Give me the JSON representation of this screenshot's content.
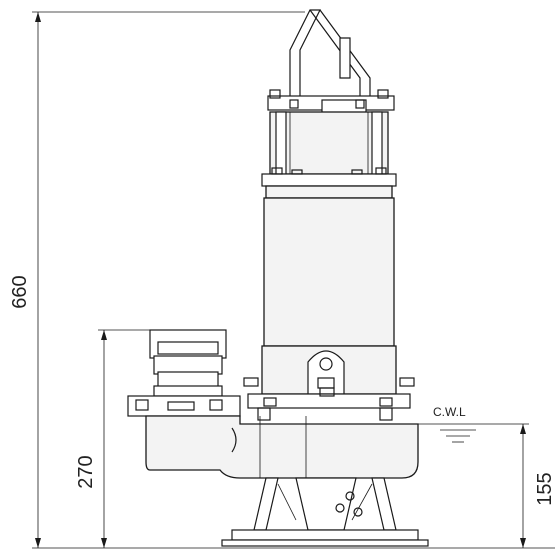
{
  "dimensions": {
    "overall_height": "660",
    "discharge_height": "270",
    "cwl_height": "155"
  },
  "labels": {
    "cwl": "C.W.L"
  },
  "colors": {
    "line": "#1a1a1a",
    "body_fill": "#f3f3f3",
    "background": "#ffffff"
  }
}
